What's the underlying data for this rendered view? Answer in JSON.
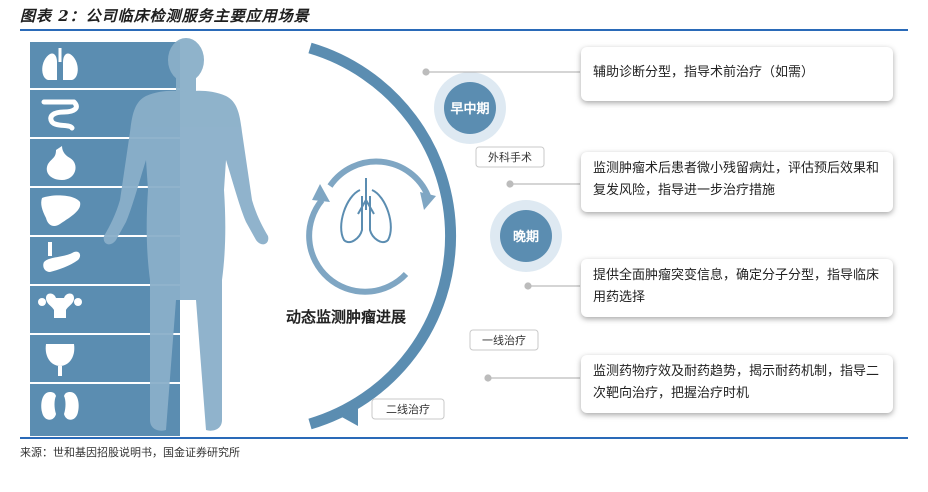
{
  "header": {
    "title": "图表 2：公司临床检测服务主要应用场景"
  },
  "footer": {
    "source": "来源：世和基因招股说明书，国金证券研究所"
  },
  "diagram": {
    "center_label": "动态监测肿瘤进展",
    "stages": [
      {
        "label": "早中期"
      },
      {
        "label": "晚期"
      }
    ],
    "treatments": [
      {
        "label": "外科手术"
      },
      {
        "label": "一线治疗"
      },
      {
        "label": "二线治疗"
      }
    ],
    "notes": [
      {
        "text": "辅助诊断分型，指导术前治疗（如需）"
      },
      {
        "text": "监测肿瘤术后患者微小残留病灶，评估预后效果和复发风险，指导进一步治疗措施"
      },
      {
        "text": "提供全面肿瘤突变信息，确定分子分型，指导临床用药选择"
      },
      {
        "text": "监测药物疗效及耐药趋势，揭示耐药机制，指导二次靶向治疗，把握治疗时机"
      }
    ],
    "organ_icons": [
      "lungs-icon",
      "intestine-icon",
      "stomach-icon",
      "liver-icon",
      "pancreas-icon",
      "uterus-icon",
      "bladder-icon",
      "kidney-icon"
    ]
  },
  "colors": {
    "primary": "#5b8db1",
    "light": "#c9dbe8",
    "rule": "#2a6ab8"
  }
}
